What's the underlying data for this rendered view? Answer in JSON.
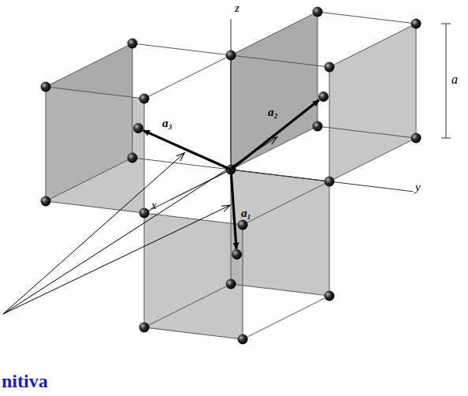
{
  "diagram": {
    "labels": [
      "z",
      "y",
      "x",
      "a",
      "a₃",
      "a₂",
      "a₁",
      "nitiva"
    ]
  }
}
